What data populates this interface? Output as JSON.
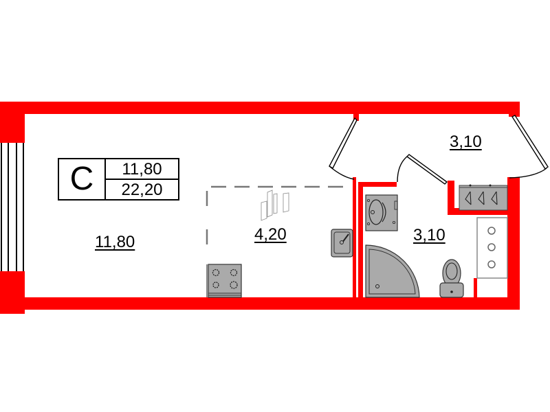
{
  "plan": {
    "type_badge": {
      "letter": "C",
      "living_area": "11,80",
      "total_area": "22,20"
    },
    "rooms": [
      {
        "id": "living-room",
        "area": "11,80"
      },
      {
        "id": "kitchen-zone",
        "area": "4,20"
      },
      {
        "id": "hallway",
        "area": "3,10"
      },
      {
        "id": "bathroom",
        "area": "3,10"
      }
    ],
    "colors": {
      "wall": "#ff0000",
      "fixture_fill": "#aaaaaa",
      "fixture_stroke": "#444444",
      "dashed_zone": "#777777"
    },
    "fixtures": [
      "window",
      "stove",
      "kitchen-sink",
      "washbasin",
      "shower-tray",
      "toilet",
      "wardrobe",
      "cabinet-shelves",
      "entry-door",
      "bathroom-door",
      "balcony-door"
    ]
  }
}
